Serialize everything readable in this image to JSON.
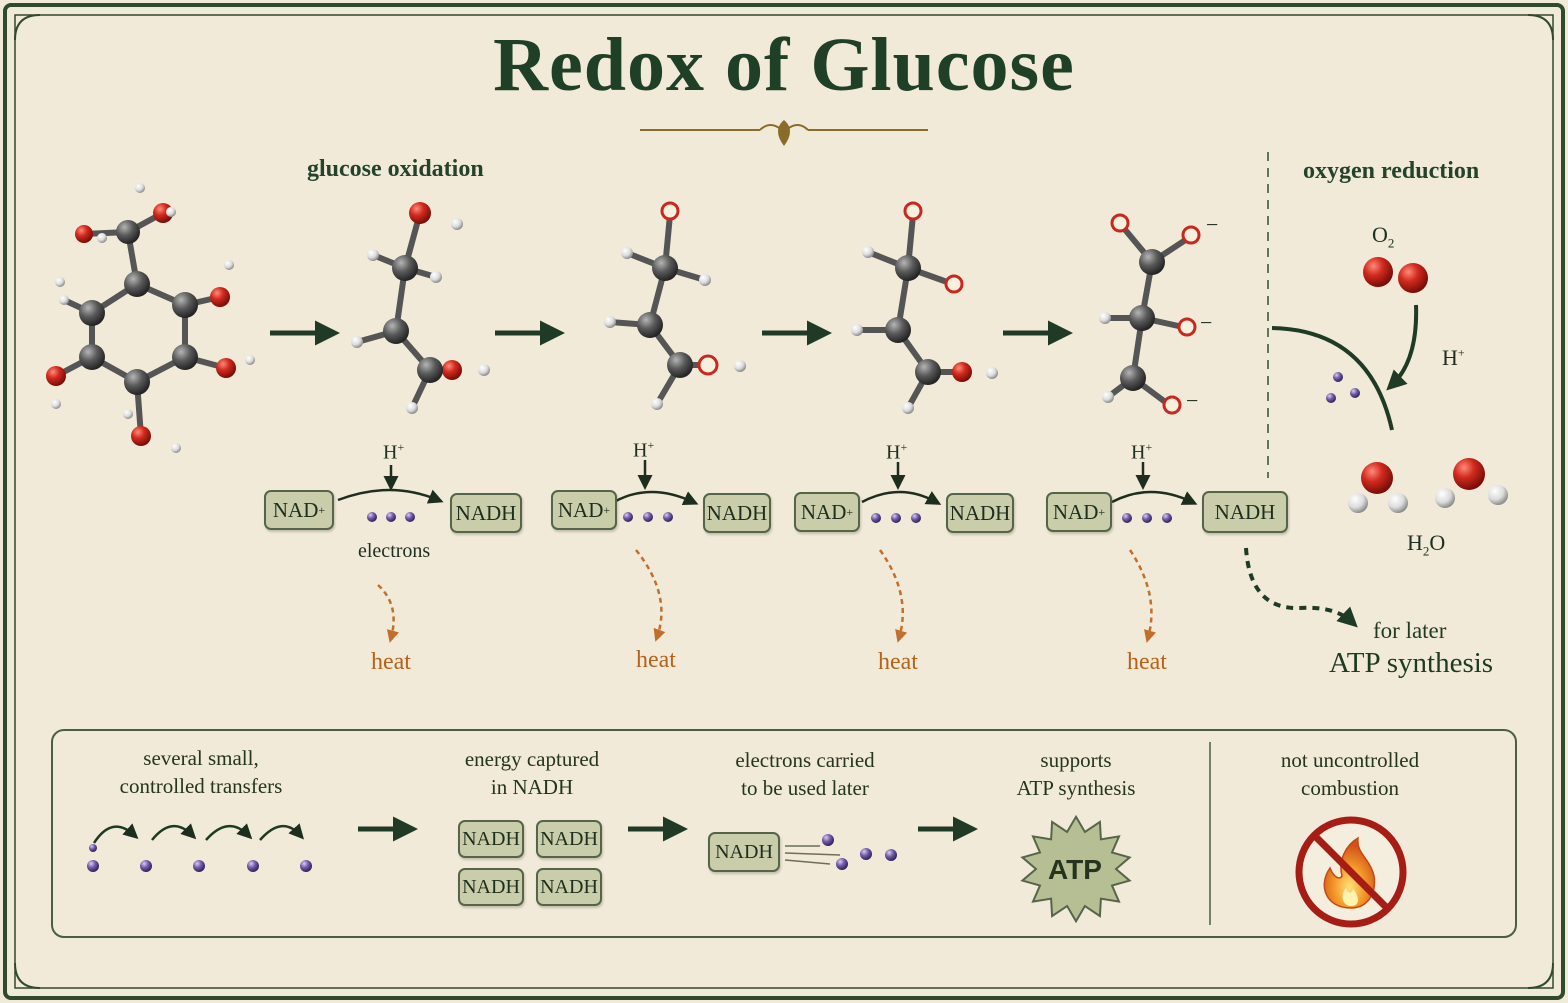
{
  "title": "Redox of Glucose",
  "sections": {
    "oxidation": "glucose oxidation",
    "reduction": "oxygen reduction"
  },
  "steps": [
    {
      "nad_plus": "NAD",
      "nadh": "NADH",
      "proton": "H",
      "electrons_label": "electrons",
      "heat": "heat"
    },
    {
      "nad_plus": "NAD",
      "nadh": "NADH",
      "proton": "H",
      "heat": "heat"
    },
    {
      "nad_plus": "NAD",
      "nadh": "NADH",
      "proton": "H",
      "heat": "heat"
    },
    {
      "nad_plus": "NAD",
      "nadh": "NADH",
      "proton": "H",
      "heat": "heat"
    }
  ],
  "oxygen": {
    "o2_label": "O",
    "o2_sub": "2",
    "proton": "H",
    "water_label": "H",
    "water_sub": "2",
    "water_tail": "O"
  },
  "atp_note": {
    "line1": "for later",
    "line2": "ATP synthesis"
  },
  "summary": {
    "item1": [
      "several small,",
      "controlled transfers"
    ],
    "item2": [
      "energy captured",
      "in  NADH"
    ],
    "item3": [
      "electrons carried",
      "to be used later"
    ],
    "item4": [
      "supports",
      "ATP synthesis"
    ],
    "item5": [
      "not uncontrolled",
      "combustion"
    ],
    "nadh_grid": [
      "NADH",
      "NADH",
      "NADH",
      "NADH"
    ],
    "nadh_carrier": "NADH",
    "atp_badge": "ATP"
  },
  "colors": {
    "background": "#f1ead8",
    "frame": "#2f4a2f",
    "title": "#1f3f26",
    "arrow": "#1f3b25",
    "heat": "#b6621b",
    "electron": "#6b5a9e",
    "oxygen_atom": "#c8281e",
    "carbon_atom": "#4a4a4a",
    "hydrogen_atom": "#e6e6e6",
    "nad_box": "#c9cdaa"
  },
  "icons": [
    "glucose-molecule-icon",
    "intermediate-molecule-icon",
    "o2-molecule-icon",
    "water-molecule-icon",
    "electron-icon",
    "atp-starburst-icon",
    "no-fire-icon",
    "flourish-icon"
  ]
}
